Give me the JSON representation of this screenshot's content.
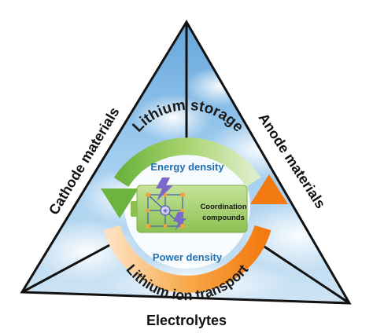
{
  "labels": {
    "left_edge": "Cathode materials",
    "right_edge": "Anode materials",
    "bottom_edge": "Electrolytes",
    "top_arc": "Lithium storage",
    "bottom_arc": "Lithium ion transport",
    "energy": "Energy density",
    "power": "Power density",
    "battery_line1": "Coordination",
    "battery_line2": "compounds"
  },
  "colors": {
    "storage_arrow": "#8cc63f",
    "transport_arrow": "#f7941d",
    "inner_text": "#1f6fb2",
    "battery_fill": "#a5d06a",
    "sky": "#8fc1e6",
    "edge": "#111111"
  }
}
